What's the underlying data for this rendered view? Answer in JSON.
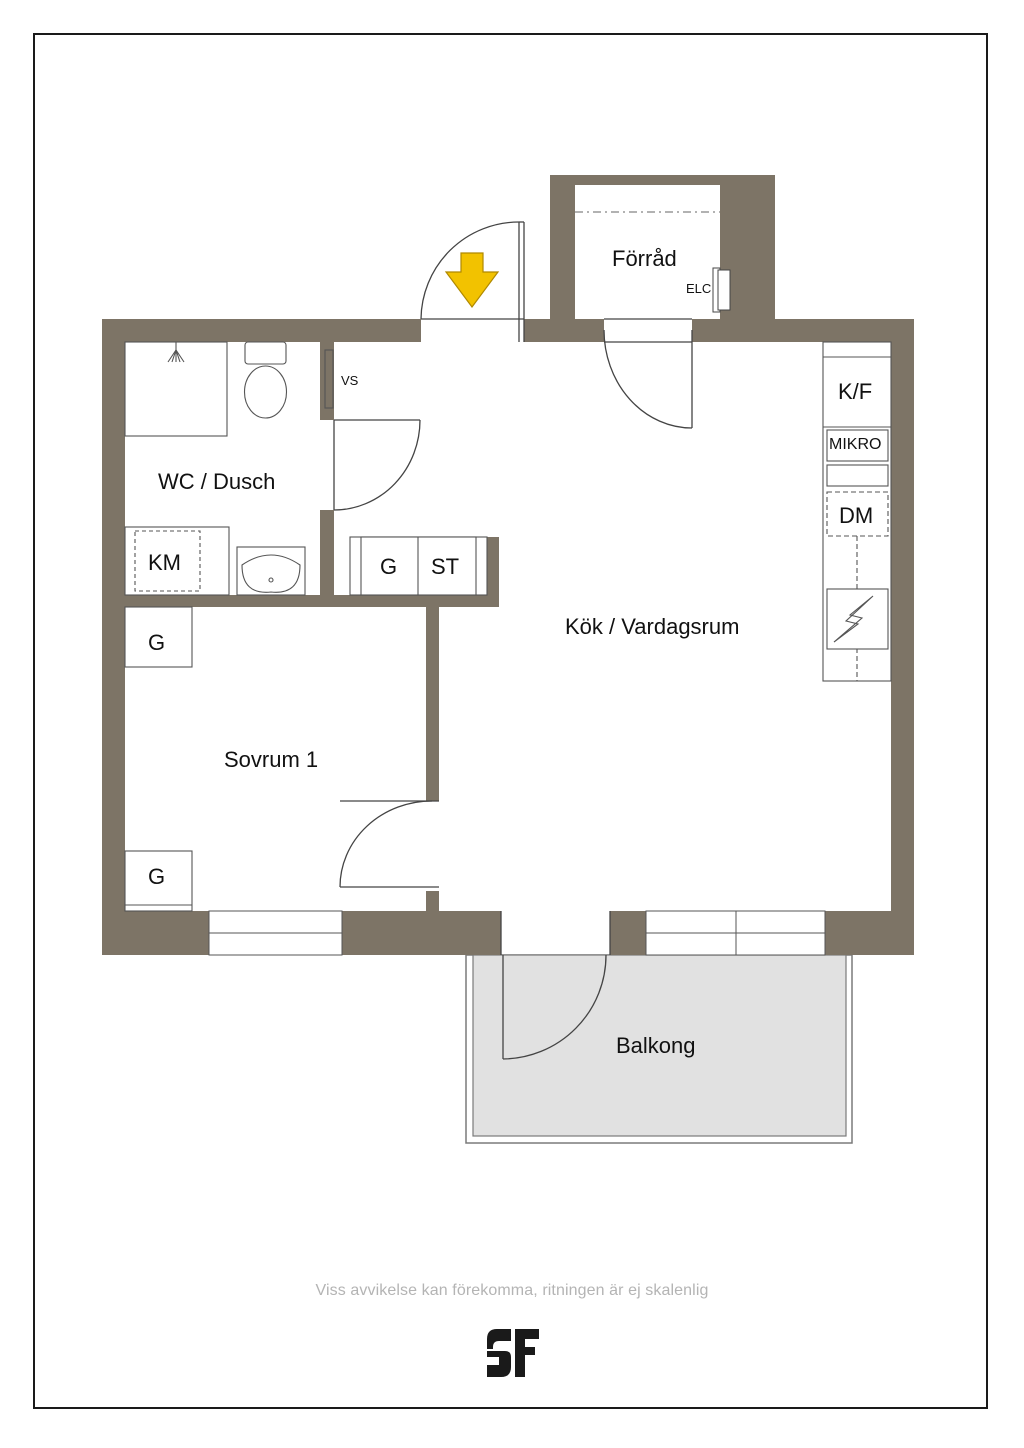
{
  "rooms": {
    "forrad": "Förråd",
    "wc_dusch": "WC / Dusch",
    "kok_vardagsrum": "Kök / Vardagsrum",
    "sovrum": "Sovrum 1",
    "balkong": "Balkong"
  },
  "fixtures": {
    "elc": "ELC",
    "vs": "VS",
    "kf": "K/F",
    "mikro": "MIKRO",
    "dm": "DM",
    "km": "KM",
    "g_hall": "G",
    "st": "ST",
    "g_sovrum_top": "G",
    "g_sovrum_bottom": "G"
  },
  "disclaimer": "Viss avvikelse kan förekomma, ritningen är ej skalenlig",
  "colors": {
    "wall": "#7d7466",
    "balcony": "#e1e1e1",
    "entrance_arrow": "#f2c200"
  },
  "icons": {
    "entrance": "entrance-arrow-icon",
    "logo": "brand-logo-icon",
    "stove": "stove-icon",
    "toilet": "toilet-icon",
    "sink": "sink-icon",
    "shower": "shower-icon"
  }
}
